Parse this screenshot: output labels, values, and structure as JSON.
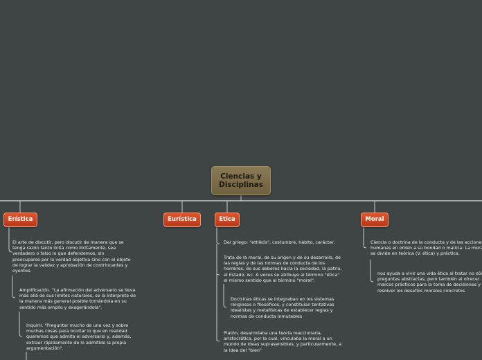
{
  "root": {
    "title": "Ciencias y Disciplinas"
  },
  "nodes": {
    "eristica": {
      "label": "Erística"
    },
    "euristica": {
      "label": "Eurística"
    },
    "etica": {
      "label": "Etica"
    },
    "moral": {
      "label": "Moral"
    }
  },
  "eristica_items": [
    "El arte de discutir, pero discutir de manera que se\ntenga razón tanto lícita como ilícitamente, sea\nverdadero o falso lo que defendemos, sin\npreocuparse por la verdad objetiva sino con el objeto\nde lograr la validez y aprobación de contrincantes y\noyentes.",
    "Amplificación. \"La afirmación del adversario se lleva\nmás allá de sus límites naturales, se la interpreta de\nla manera más general posible tomándola en su\nsentido más amplio y exagerándola\".",
    "Inquirir. \"Preguntar mucho de una vez y sobre\nmuchas cosas para ocultar lo que en realidad\nqueremos que admita el adversario y, además,\nextraer rápidamente de lo admitido la propia\nargumentación\"."
  ],
  "etica_items": [
    "Del griego: \"ethikós\", costumbre, hábito, carácter.",
    "Trata de la moral, de su origen y de su desarrollo, de\nlas reglas y de las normas de conducta de los\nhombres, de sus deberes hacia la sociedad, la patria,\nel Estado, &c. A veces se atribuye al término \"ética\"\nel mismo sentido que al término \"moral\".",
    "Doctrinas éticas se integraban en los sistemas\nreligiosos o filosóficos, y constituían tentativas\nidealistas y metafísicas de establecer reglas y\nnormas de conducta inmutables",
    "Platón, desarrollaba una teoría reaccionaria,\naristocrática, por la cual, vinculaba la moral a un\nmundo de ideas suprasensibles, y particularmente, a\nla idea del \"bien\""
  ],
  "moral_items": [
    "Ciencia o doctrina de la conducta y de las acciones\nhumanas en orden a su bondad o malicia. La moral\nse divide en teórica (V. ética) y práctica.",
    "nos ayuda a vivir una vida ética al tratar no sólo\npreguntas abstractas, pero también al ofrecer\nmarcos prácticos para la toma de decisiones y\nresolver los desafíos morales concretos"
  ]
}
